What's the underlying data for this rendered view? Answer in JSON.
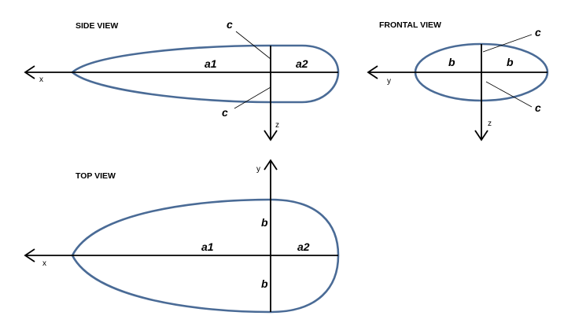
{
  "views": {
    "side": {
      "title": "SIDE VIEW",
      "label_a1": "a1",
      "label_a2": "a2",
      "label_c_top": "c",
      "label_c_bottom": "c",
      "axis_x": "x",
      "axis_z": "z"
    },
    "frontal": {
      "title": "FRONTAL VIEW",
      "label_b_left": "b",
      "label_b_right": "b",
      "label_c_top": "c",
      "label_c_bottom": "c",
      "axis_y": "y",
      "axis_z": "z"
    },
    "top": {
      "title": "TOP VIEW",
      "label_a1": "a1",
      "label_a2": "a2",
      "label_b_top": "b",
      "label_b_bottom": "b",
      "axis_x": "x",
      "axis_y": "y"
    }
  },
  "colors": {
    "outline": "#4a6b96",
    "lines": "#000000"
  }
}
